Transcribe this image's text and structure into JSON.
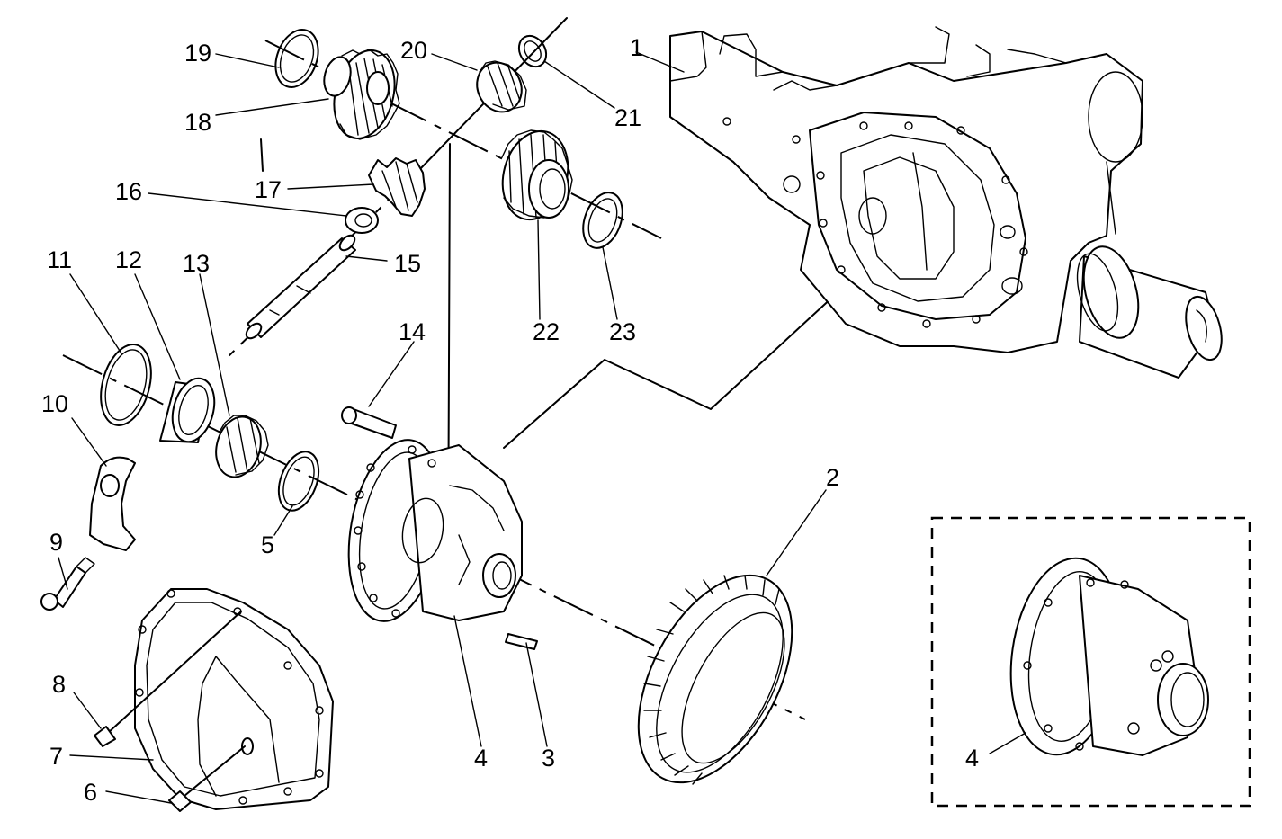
{
  "labels": {
    "l1": "1",
    "l2": "2",
    "l3": "3",
    "l4": "4",
    "l5": "5",
    "l6": "6",
    "l7": "7",
    "l8": "8",
    "l9": "9",
    "l10": "10",
    "l11": "11",
    "l12": "12",
    "l13": "13",
    "l14": "14",
    "l15": "15",
    "l16": "16",
    "l17": "17",
    "l18": "18",
    "l19": "19",
    "l20": "20",
    "l21": "21",
    "l22": "22",
    "l23": "23",
    "l4_inset": "4"
  }
}
